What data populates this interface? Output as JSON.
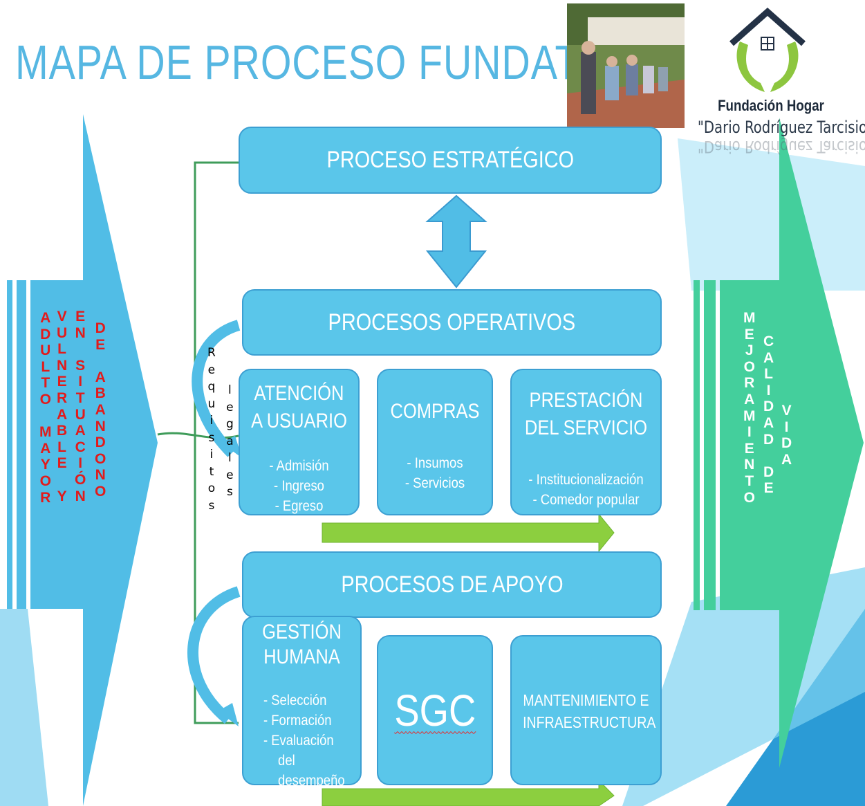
{
  "title": "MAPA  DE PROCESO FUNDATAR",
  "logo": {
    "line1": "Fundación Hogar",
    "line2": "\"Dario Rodríguez Tarcisio\""
  },
  "left_input": {
    "columns": [
      [
        "A",
        "D",
        "U",
        "L",
        "T",
        "O",
        "",
        "M",
        "A",
        "Y",
        "O",
        "R"
      ],
      [
        "V",
        "U",
        "L",
        "N",
        "E",
        "R",
        "A",
        "B",
        "L",
        "E",
        "",
        "Y"
      ],
      [
        "E",
        "N",
        "",
        "S",
        "I",
        "T",
        "U",
        "A",
        "C",
        "I",
        "Ó",
        "N"
      ],
      [
        "D",
        "E",
        "",
        "A",
        "B",
        "A",
        "N",
        "D",
        "O",
        "N",
        "O"
      ]
    ]
  },
  "requisitos": {
    "col1": [
      "R",
      "e",
      "q",
      "u",
      "i",
      "s",
      "i",
      "t",
      "o",
      "s"
    ],
    "col2": [
      "l",
      "e",
      "g",
      "a",
      "l",
      "e",
      "s"
    ]
  },
  "right_output": {
    "columns": [
      [
        "M",
        "E",
        "J",
        "O",
        "R",
        "A",
        "M",
        "I",
        "E",
        "N",
        "T",
        "O"
      ],
      [
        "C",
        "A",
        "L",
        "I",
        "D",
        "A",
        "D",
        "",
        "D",
        "E"
      ],
      [
        "V",
        "I",
        "D",
        "A"
      ]
    ]
  },
  "estrategico": {
    "label": "PROCESO ESTRATÉGICO"
  },
  "operativos": {
    "label": "PROCESOS OPERATIVOS",
    "boxes": [
      {
        "title": [
          "ATENCIÓN",
          "A USUARIO"
        ],
        "items": [
          "-   Admisión",
          "-   Ingreso",
          "-   Egreso"
        ]
      },
      {
        "title": [
          "COMPRAS"
        ],
        "items": [
          "- Insumos",
          "- Servicios"
        ]
      },
      {
        "title": [
          "PRESTACIÓN",
          "DEL SERVICIO"
        ],
        "items": [
          "- Institucionalización",
          "-   Comedor popular"
        ]
      }
    ]
  },
  "apoyo": {
    "label": "PROCESOS DE APOYO",
    "boxes": [
      {
        "title": [
          "GESTIÓN",
          "HUMANA"
        ],
        "items": [
          "-  Selección",
          "-  Formación",
          "-  Evaluación",
          "del",
          "desempeño"
        ]
      },
      {
        "title": [
          "SGC"
        ],
        "items": []
      },
      {
        "title": [
          "MANTENIMIENTO E",
          "INFRAESTRUCTURA"
        ],
        "items": []
      }
    ]
  },
  "colors": {
    "box_fill": "#5ac6ea",
    "arrow_blue": "#51bde6",
    "arrow_green": "#44cf9c",
    "flow_green": "#8ccf3f",
    "title_blue": "#56b7e2",
    "input_text": "#e21b1b"
  }
}
